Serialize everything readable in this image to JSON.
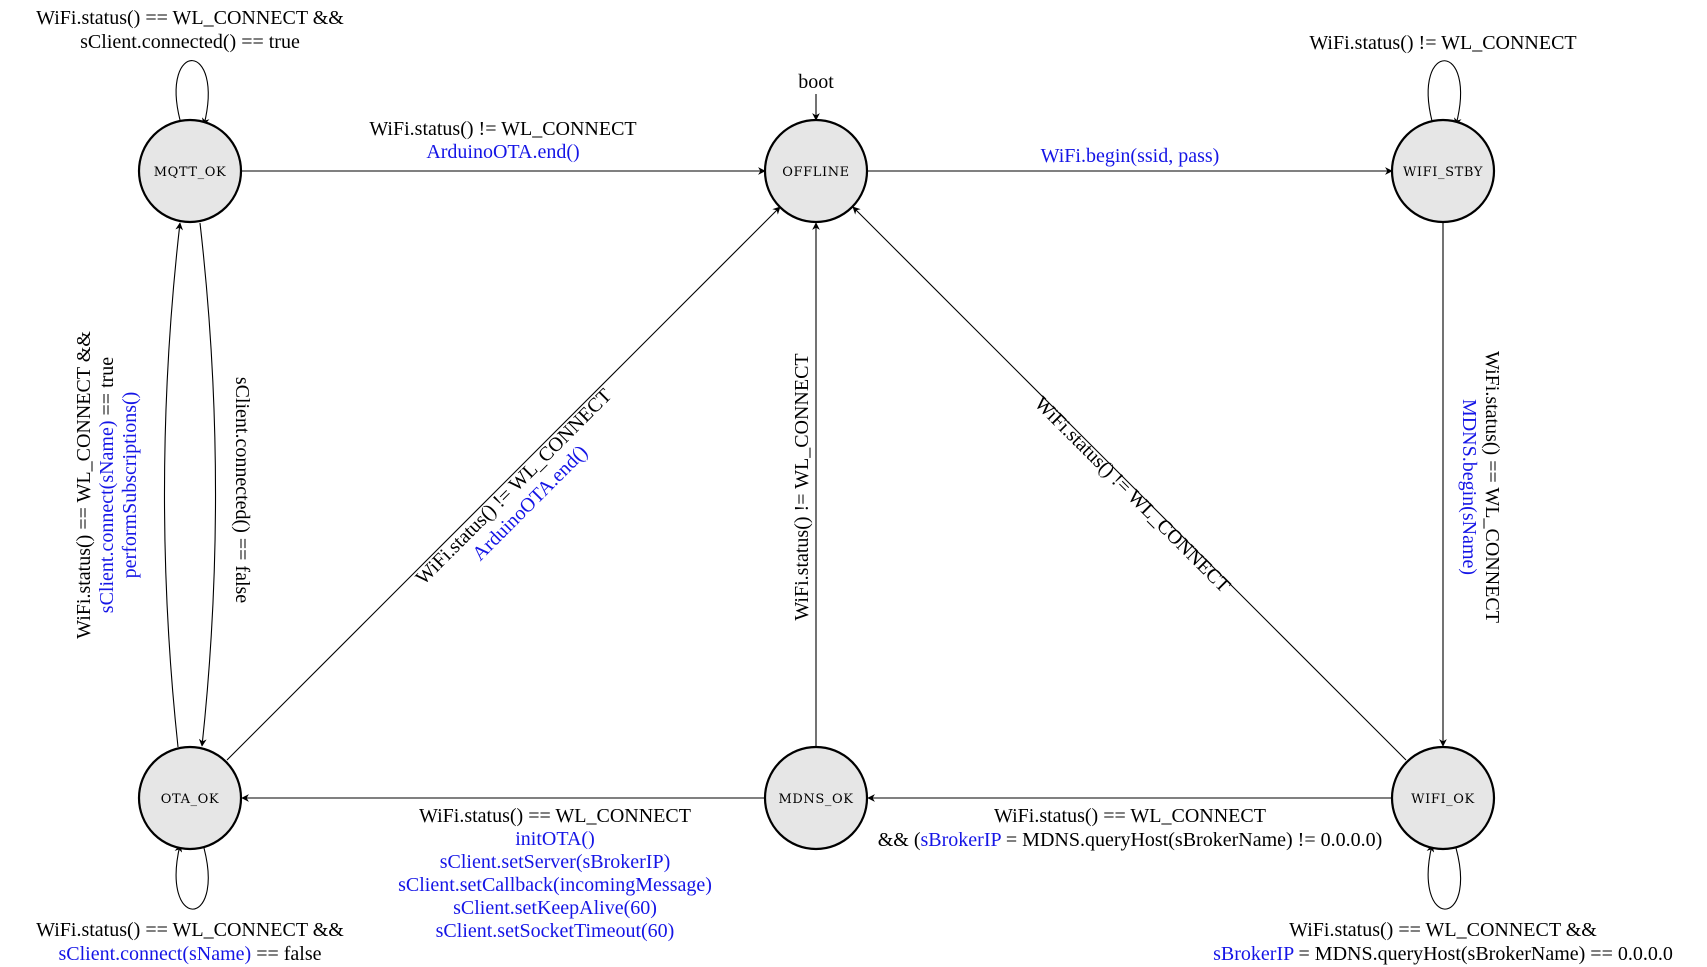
{
  "states": {
    "mqtt_ok": "MQTT_OK",
    "offline": "OFFLINE",
    "wifi_stby": "WIFI_STBY",
    "ota_ok": "OTA_OK",
    "mdns_ok": "MDNS_OK",
    "wifi_ok": "WIFI_OK"
  },
  "colors": {
    "condition": "#000000",
    "action": "#1515e6",
    "state_fill": "#e6e6e6"
  },
  "transitions": {
    "boot": "boot",
    "mqtt_self_loop": {
      "line1": "WiFi.status() == WL_CONNECT &&",
      "line2": "sClient.connected() == true"
    },
    "wifi_stby_self_loop": {
      "line1": "WiFi.status() != WL_CONNECT"
    },
    "mqtt_to_offline": {
      "condition": "WiFi.status() != WL_CONNECT",
      "action": "ArduinoOTA.end()"
    },
    "offline_to_wifi_stby": {
      "action": "WiFi.begin(ssid, pass)"
    },
    "ota_to_mqtt": {
      "condition": "WiFi.status() == WL_CONNECT &&",
      "action_prefix": "sClient.connect(sName)",
      "condition_suffix": " == true",
      "action2": "performSubscriptions()"
    },
    "mqtt_to_ota": {
      "condition": "sClient.connected() == false"
    },
    "ota_to_offline": {
      "condition": "WiFi.status() != WL_CONNECT",
      "action": "ArduinoOTA.end()"
    },
    "mdns_to_offline": {
      "condition": "WiFi.status() != WL_CONNECT"
    },
    "wifi_ok_to_offline": {
      "condition": "WiFi.status() != WL_CONNECT"
    },
    "wifi_stby_to_wifi_ok": {
      "condition": "WiFi.status() == WL_CONNECT",
      "action": "MDNS.begin(sName)"
    },
    "mdns_to_ota": {
      "condition": "WiFi.status() == WL_CONNECT",
      "actions": [
        "initOTA()",
        "sClient.setServer(sBrokerIP)",
        "sClient.setCallback(incomingMessage)",
        "sClient.setKeepAlive(60)",
        "sClient.setSocketTimeout(60)"
      ]
    },
    "wifi_ok_to_mdns": {
      "condition": "WiFi.status() == WL_CONNECT",
      "prefix": "&& (",
      "action": "sBrokerIP",
      "suffix": " = MDNS.queryHost(sBrokerName) != 0.0.0.0)"
    },
    "ota_self_loop": {
      "line1": "WiFi.status() == WL_CONNECT &&",
      "action": "sClient.connect(sName)",
      "suffix": " == false"
    },
    "wifi_ok_self_loop": {
      "line1": "WiFi.status() == WL_CONNECT &&",
      "action": "sBrokerIP",
      "suffix": " = MDNS.queryHost(sBrokerName) == 0.0.0.0"
    }
  }
}
